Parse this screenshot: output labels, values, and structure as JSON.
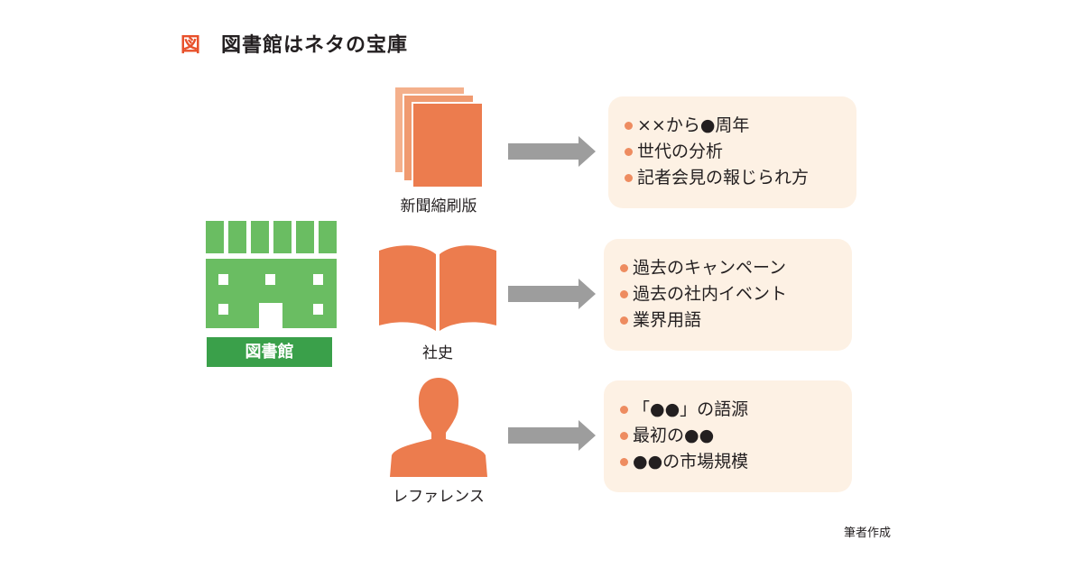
{
  "title": {
    "figure_label": "図",
    "text": "図書館はネタの宝庫"
  },
  "library": {
    "label": "図書館",
    "icon": "library-building-icon"
  },
  "sources": [
    {
      "label": "新聞縮刷版",
      "icon": "newspaper-stack-icon",
      "items": [
        "××から●周年",
        "世代の分析",
        "記者会見の報じられ方"
      ]
    },
    {
      "label": "社史",
      "icon": "open-book-icon",
      "items": [
        "過去のキャンペーン",
        "過去の社内イベント",
        "業界用語"
      ]
    },
    {
      "label": "レファレンス",
      "icon": "person-silhouette-icon",
      "items": [
        "「●●」の語源",
        "最初の●●",
        "●●の市場規模"
      ]
    }
  ],
  "credit": "筆者作成",
  "colors": {
    "title_accent": "#e8502a",
    "library_green": "#3aa04a",
    "library_icon_green": "#6abd62",
    "icon_orange": "#ec7c4e",
    "icon_light_orange": "#f4b08c",
    "arrow_gray": "#9d9d9d",
    "box_background": "#fdf1e4",
    "bullet": "#ee8c60"
  }
}
